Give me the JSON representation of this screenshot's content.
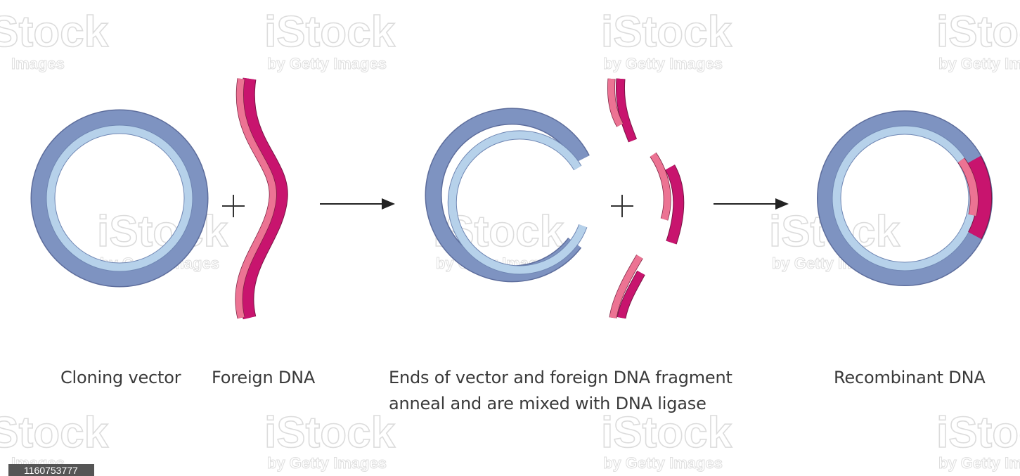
{
  "captions": {
    "cloning_vector": "Cloning vector",
    "foreign_dna": "Foreign DNA",
    "ends_line1": "Ends of vector and foreign DNA fragment",
    "ends_line2": "anneal and are mixed with DNA ligase",
    "recombinant_dna": "Recombinant DNA"
  },
  "operators": {
    "plus": "+"
  },
  "watermark": {
    "brand": "iStock",
    "byline": "by Getty Images",
    "byline_short": "Images"
  },
  "image_id": "1160753777",
  "colors": {
    "vector_outer": "#7e93c1",
    "vector_inner": "#b6d1ea",
    "dna_light": "#ec7393",
    "dna_dark": "#c8146e",
    "strand_edge": "#555b80",
    "text": "#3a3a3a",
    "arrow": "#222222"
  }
}
